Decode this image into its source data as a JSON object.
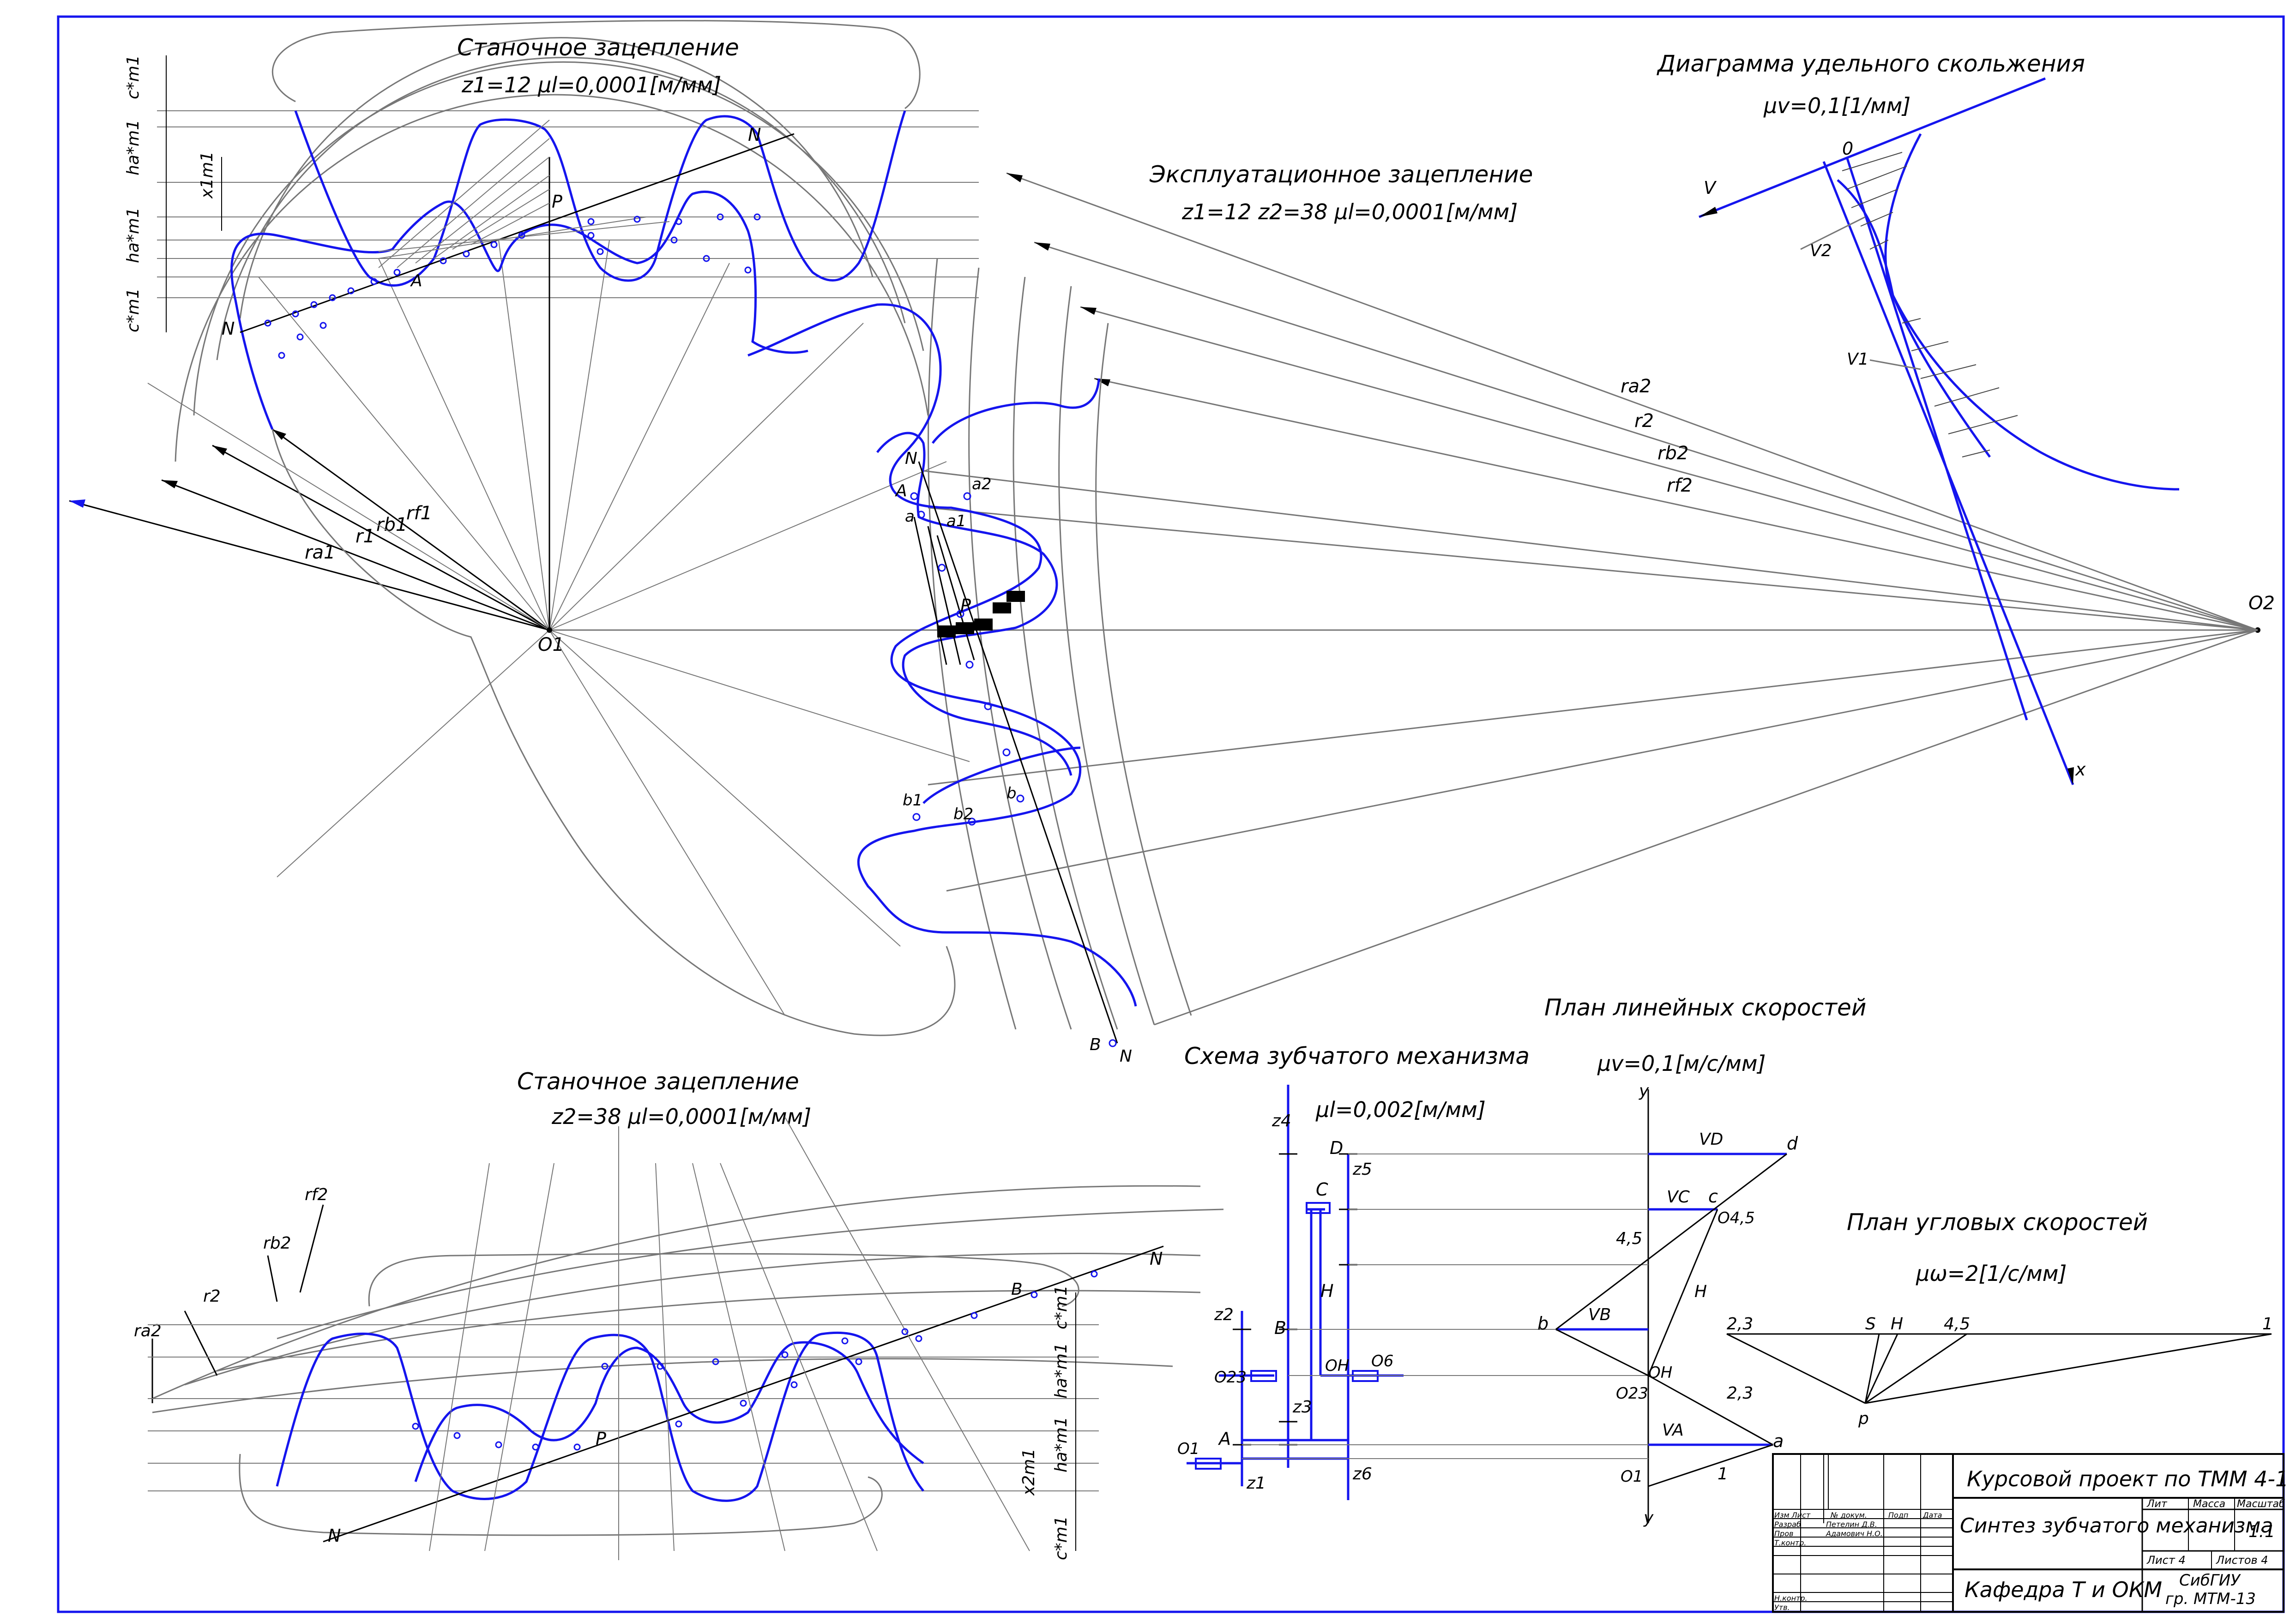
{
  "colors": {
    "profile": "#1515ee",
    "construction": "#777777",
    "ink": "#000000",
    "background": "#ffffff"
  },
  "titles": {
    "stanok1_title": "Станочное зацепление",
    "stanok1_params": "z1=12   μl=0,0001[м/мм]",
    "exploit_title": "Эксплуатационное зацепление",
    "exploit_params": "z1=12   z2=38   μl=0,0001[м/мм]",
    "slip_title": "Диаграмма удельного скольжения",
    "slip_params": "μv=0,1[1/мм]",
    "stanok2_title": "Станочное зацепление",
    "stanok2_params": "z2=38   μl=0,0001[м/мм]",
    "scheme_title": "Схема зубчатого механизма",
    "scheme_params": "μl=0,002[м/мм]",
    "linvel_title": "План линейных скоростей",
    "linvel_params": "μv=0,1[м/с/мм]",
    "angvel_title": "План угловых скоростей",
    "angvel_params": "μω=2[1/с/мм]"
  },
  "labels": {
    "O1": "O1",
    "O2": "O2",
    "P": "P",
    "N": "N",
    "A": "A",
    "B": "B",
    "ra1": "ra1",
    "rb1": "rb1",
    "rf1": "rf1",
    "r1": "r1",
    "ra2": "ra2",
    "r2": "r2",
    "rb2": "rb2",
    "rf2": "rf2",
    "a1": "a1",
    "a2": "a2",
    "a": "a",
    "b1": "b1",
    "b2": "b2",
    "b": "b",
    "V": "V",
    "V1": "V1",
    "V2": "V2",
    "x": "x",
    "zero": "0",
    "cm1": "c*m1",
    "hm1": "ha*m1",
    "xm1": "x1m1",
    "cm2": "c*m1",
    "hm2": "ha*m1",
    "xm2": "x2m1",
    "z1": "z1",
    "z2": "z2",
    "z3": "z3",
    "z4": "z4",
    "z5": "z5",
    "z6": "z6",
    "sch_D": "D",
    "sch_C": "C",
    "sch_B": "B",
    "sch_A": "A",
    "sch_H": "H",
    "sch_OH": "OH",
    "sch_O6": "O6",
    "sch_O23": "O23",
    "sch_O1": "O1",
    "lv_y": "y",
    "lv_d": "d",
    "lv_c": "c",
    "lv_O45": "O4,5",
    "lv_45": "4,5",
    "lv_H": "H",
    "lv_b": "b",
    "lv_OH": "OH",
    "lv_O23": "O23",
    "lv_23": "2,3",
    "lv_a": "a",
    "lv_O1": "O1",
    "lv_1": "1",
    "lv_VD": "VD",
    "lv_VC": "VC",
    "lv_VB": "VB",
    "lv_VA": "VA",
    "av_23": "2,3",
    "av_S": "S",
    "av_H": "H",
    "av_45": "4,5",
    "av_1": "1",
    "av_p": "p"
  },
  "stamp": {
    "course": "Курсовой проект по ТММ 4-1",
    "title": "Синтез зубчатого механизма",
    "dept": "Кафедра Т и ОКМ",
    "org": "СибГИУ",
    "group": "гр. МТМ-13",
    "lit": "Лит",
    "mass": "Масса",
    "scale_h": "Масштаб",
    "scale": "1:1",
    "sheet": "Лист 4",
    "sheets": "Листов 4",
    "r1": "Изм Лист",
    "r1b": "№ докум.",
    "r1c": "Подп",
    "r1d": "Дата",
    "dev": "Разраб",
    "dev_name": "Петелин Д.В.",
    "chk": "Пров",
    "chk_name": "Адамович Н.О.",
    "tk": "Т.контр.",
    "nk": "Н.контр.",
    "utv": "Утв."
  }
}
